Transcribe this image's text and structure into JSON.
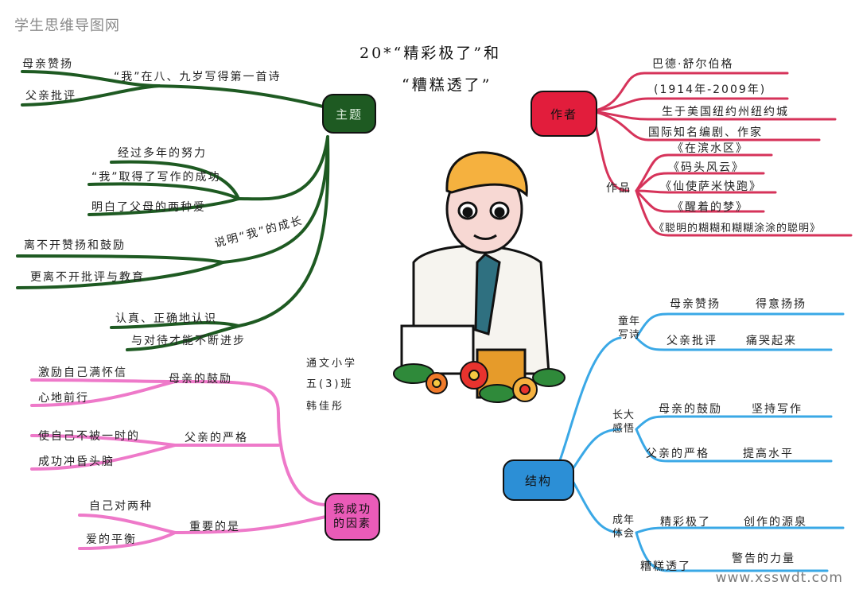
{
  "watermark": {
    "site_cn": "学生思维导图网",
    "site_url": "www.xsswdt.com"
  },
  "title": {
    "line1": "20*“精彩极了”和",
    "line2": "“糟糕透了”"
  },
  "signature": {
    "school": "通文小学",
    "class": "五(3)班",
    "name": "韩佳彤"
  },
  "theme": {
    "label": "主题",
    "color": "#1e5a22",
    "topic1": "“我”在八、九岁写得第一首诗",
    "topic1_left": [
      "母亲赞扬",
      "父亲批评"
    ],
    "items": [
      "经过多年的努力",
      "“我”取得了写作的成功",
      "明白了父母的两种爱"
    ],
    "explain": "说明“我”的成长",
    "explain_left": [
      "离不开赞扬和鼓励",
      "更离不开批评与教育"
    ],
    "lower": [
      "认真、正确地认识",
      "与对待才能不断进步"
    ]
  },
  "author": {
    "label": "作者",
    "color": "#e21d3c",
    "line_color": "#d6335a",
    "info": [
      "巴德·舒尔伯格",
      "(1914年-2009年)",
      "生于美国纽约州纽约城",
      "国际知名编剧、作家"
    ],
    "works_label": "作品",
    "works": [
      "《在滨水区》",
      "《码头风云》",
      "《仙使萨米快跑》",
      "《醒着的梦》",
      "《聪明的糊糊和糊糊涂涂的聪明》"
    ]
  },
  "structure": {
    "label": "结构",
    "color": "#2c8fd6",
    "line_color": "#3aa8e6",
    "sections": [
      {
        "name": "童年写诗",
        "rows": [
          [
            "母亲赞扬",
            "得意扬扬"
          ],
          [
            "父亲批评",
            "痛哭起来"
          ]
        ]
      },
      {
        "name": "长大感悟",
        "rows": [
          [
            "母亲的鼓励",
            "坚持写作"
          ],
          [
            "父亲的严格",
            "提高水平"
          ]
        ]
      },
      {
        "name": "成年体会",
        "rows": [
          [
            "精彩极了",
            "创作的源泉"
          ],
          [
            "糟糕透了",
            "警告的力量"
          ]
        ]
      }
    ]
  },
  "factors": {
    "label": "我成功的因素",
    "color": "#ea5bb8",
    "line_color": "#ee79c9",
    "groups": [
      {
        "name": "母亲的鼓励",
        "lines": [
          "激励自己满怀信",
          "心地前行"
        ]
      },
      {
        "name": "父亲的严格",
        "lines": [
          "使自己不被一时的",
          "成功冲昏头脑"
        ]
      },
      {
        "name": "重要的是",
        "lines": [
          "自己对两种",
          "爱的平衡"
        ]
      }
    ]
  }
}
